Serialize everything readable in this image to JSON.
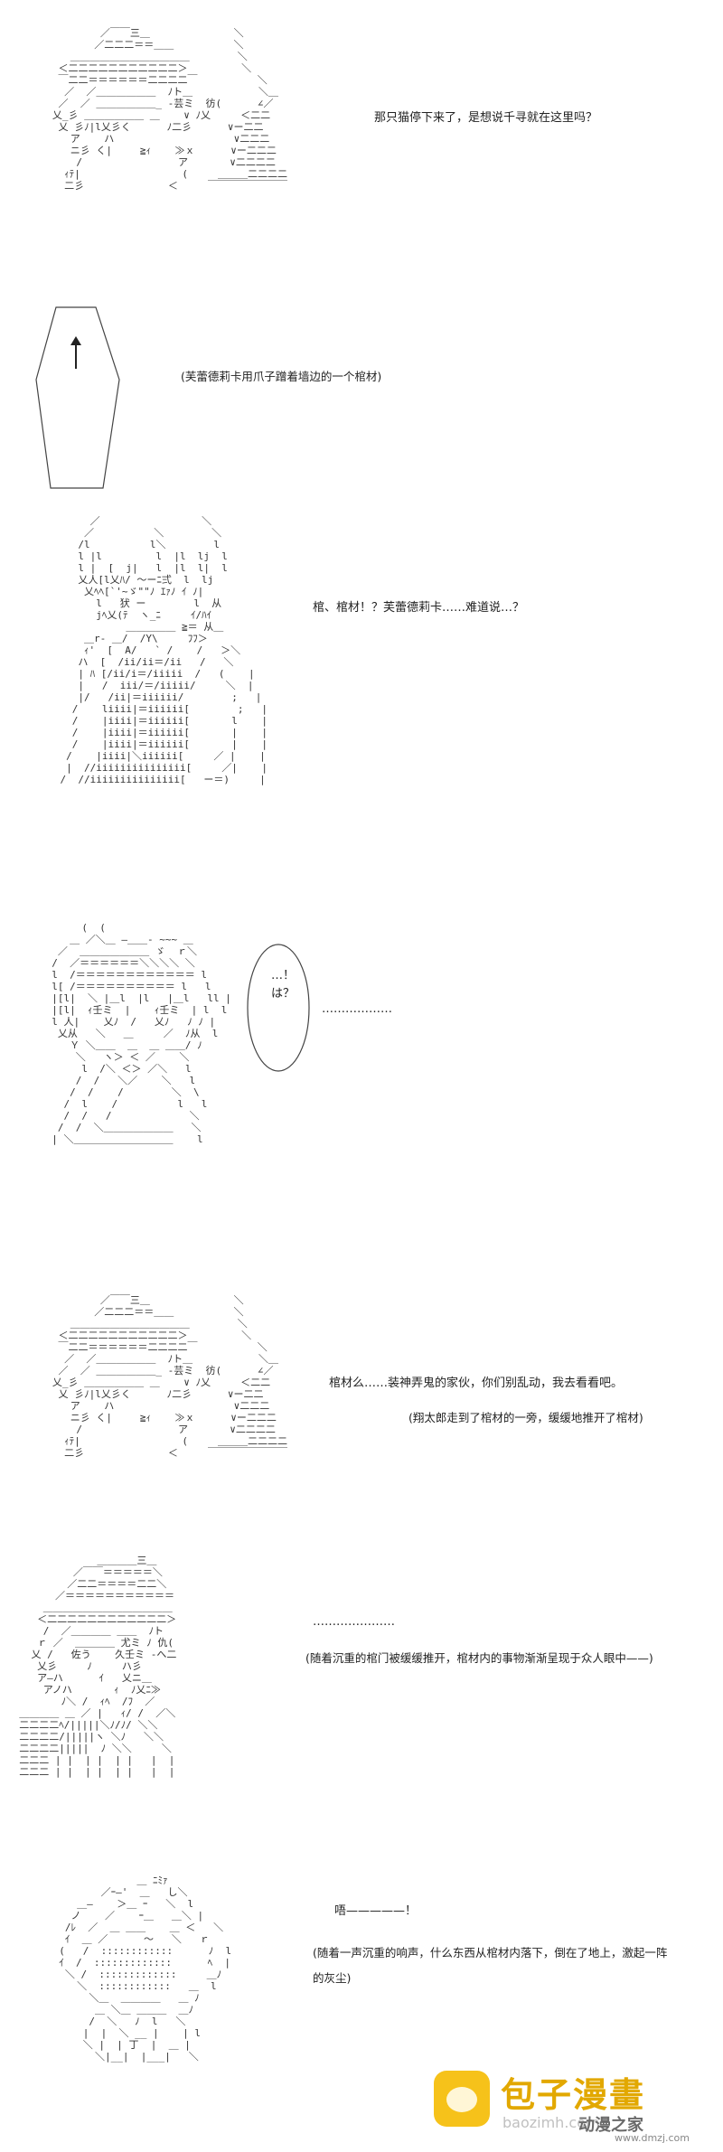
{
  "panels": [
    {
      "dialog": [
        "那只猫停下来了，是想说千寻就在这里吗？"
      ]
    },
    {
      "dialog": [
        "(芙蕾德莉卡用爪子蹭着墙边的一个棺材)"
      ]
    },
    {
      "dialog": [
        "棺、棺材！？芙蕾德莉卡……难道说…？"
      ]
    },
    {
      "dialog": [
        "………………"
      ],
      "bubble": "…！は？"
    },
    {
      "dialog": [
        "棺材么……装神弄鬼的家伙，你们别乱动，我去看看吧。",
        "(翔太郎走到了棺材的一旁，缓缓地推开了棺材)"
      ]
    },
    {
      "dialog": [
        "…………………",
        "(随着沉重的棺门被缓缓推开，棺材内的事物渐渐呈现于众人眼中——)"
      ]
    },
    {
      "dialog": [
        "唔—————！",
        "(随着一声沉重的响声，什么东西从棺材内落下，倒在了地上，激起一阵",
        "的灰尘)"
      ]
    }
  ],
  "watermark": {
    "title": "包子漫畫",
    "url": "baozimh.com",
    "brand": "动漫之家",
    "brand_url": "www.dmzj.com"
  },
  "colors": {
    "ink": "#333333",
    "text": "#222222",
    "watermark": "#e2a800"
  }
}
